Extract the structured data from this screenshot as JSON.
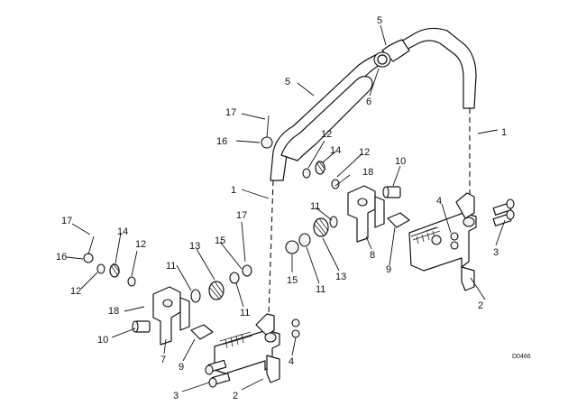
{
  "figure_code": "D0466",
  "callouts": {
    "c1a": "1",
    "c1b": "1",
    "c2a": "2",
    "c2b": "2",
    "c3a": "3",
    "c3b": "3",
    "c4a": "4",
    "c4b": "4",
    "c5a": "5",
    "c5b": "5",
    "c6": "6",
    "c7": "7",
    "c8": "8",
    "c9a": "9",
    "c9b": "9",
    "c10a": "10",
    "c10b": "10",
    "c11a": "11",
    "c11b": "11",
    "c11c": "11",
    "c11d": "11",
    "c12a": "12",
    "c12b": "12",
    "c12c": "12",
    "c12d": "12",
    "c13a": "13",
    "c13b": "13",
    "c14a": "14",
    "c14b": "14",
    "c15a": "15",
    "c15b": "15",
    "c16a": "16",
    "c16b": "16",
    "c17a": "17",
    "c17b": "17",
    "c17c": "17",
    "c18a": "18",
    "c18b": "18"
  }
}
